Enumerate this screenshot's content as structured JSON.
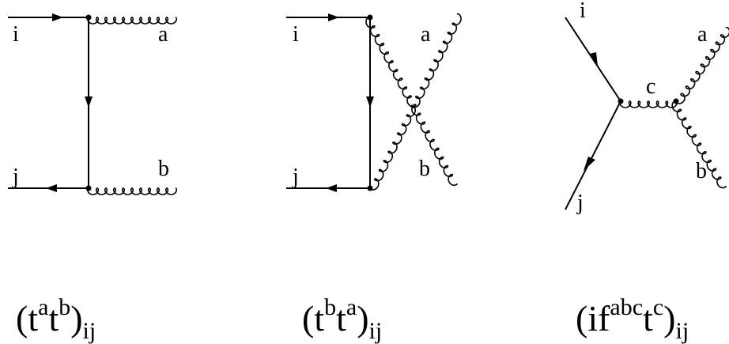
{
  "diagrams": [
    {
      "labels": {
        "in_quark": "i",
        "out_quark": "j",
        "gluon_top": "a",
        "gluon_bottom": "b"
      },
      "expression": {
        "open": "(t",
        "sup1": "a",
        "mid": "t",
        "sup2": "b",
        "close": ")",
        "sub": "ij"
      }
    },
    {
      "labels": {
        "in_quark": "i",
        "out_quark": "j",
        "gluon_top": "a",
        "gluon_bottom": "b"
      },
      "expression": {
        "open": "(t",
        "sup1": "b",
        "mid": "t",
        "sup2": "a",
        "close": ")",
        "sub": "ij"
      }
    },
    {
      "labels": {
        "in_quark": "i",
        "out_quark": "j",
        "gluon_internal": "c",
        "gluon_top": "a",
        "gluon_bottom": "b"
      },
      "expression": {
        "open": "(if",
        "sup1": "abc",
        "mid": "t",
        "sup2": "c",
        "close": ")",
        "sub": "ij"
      }
    }
  ]
}
